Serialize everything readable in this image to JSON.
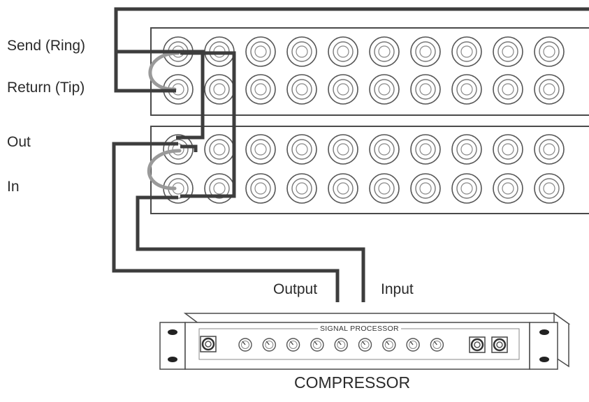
{
  "labels": {
    "send": "Send (Ring)",
    "return": "Return (Tip)",
    "out": "Out",
    "in": "In",
    "output": "Output",
    "input": "Input",
    "compressor": "COMPRESSOR",
    "signal_processor": "SIGNAL PROCESSOR"
  },
  "patchbay": {
    "panels": 2,
    "rows_per_panel": 2,
    "jacks_per_row": 10
  },
  "compressor_unit": {
    "input_jacks_left": 1,
    "knobs": 9,
    "jacks_right": 2
  },
  "colors": {
    "cable": "#3d3d3d",
    "patch_cord": "#9a9a9a",
    "panel_outline": "#4a4a4a",
    "jack_ring": "#666666"
  }
}
